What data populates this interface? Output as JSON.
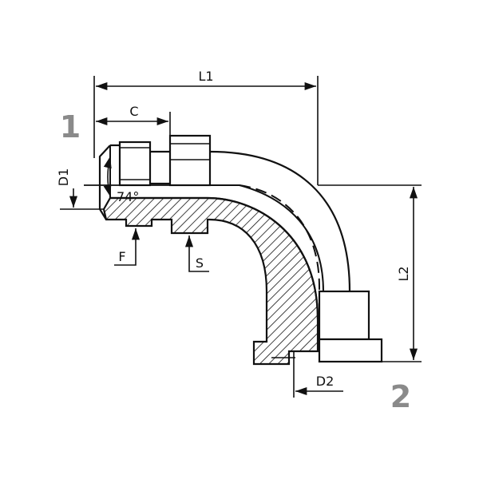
{
  "diagram": {
    "labels": {
      "l1": "L1",
      "l2": "L2",
      "c": "C",
      "d1": "D1",
      "d2": "D2",
      "f": "F",
      "s": "S",
      "angle": "74°"
    },
    "ports": {
      "port1": "1",
      "port2": "2"
    },
    "colors": {
      "line": "#111111",
      "port_label": "#8a8a8a",
      "background": "#ffffff"
    }
  }
}
